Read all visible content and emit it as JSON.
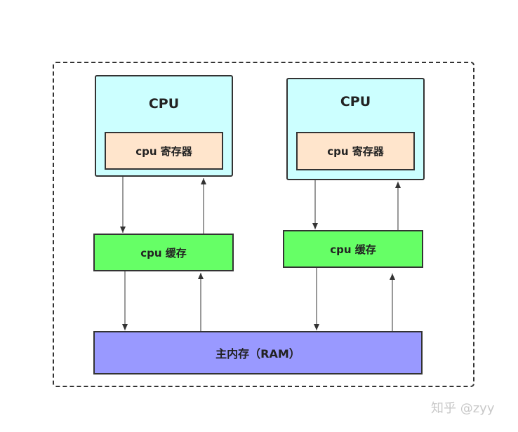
{
  "left_unit": {
    "cpu_label": "CPU",
    "register_label": "cpu 寄存器",
    "cache_label": "cpu 缓存"
  },
  "right_unit": {
    "cpu_label": "CPU",
    "register_label": "cpu 寄存器",
    "cache_label": "cpu 缓存"
  },
  "main_memory_label": "主内存（RAM）",
  "watermark": "知乎 @zyy",
  "colors": {
    "cpu_fill": "#ccffff",
    "register_fill": "#ffe5cc",
    "cache_fill": "#66ff66",
    "memory_fill": "#9999ff",
    "stroke": "#333333"
  }
}
